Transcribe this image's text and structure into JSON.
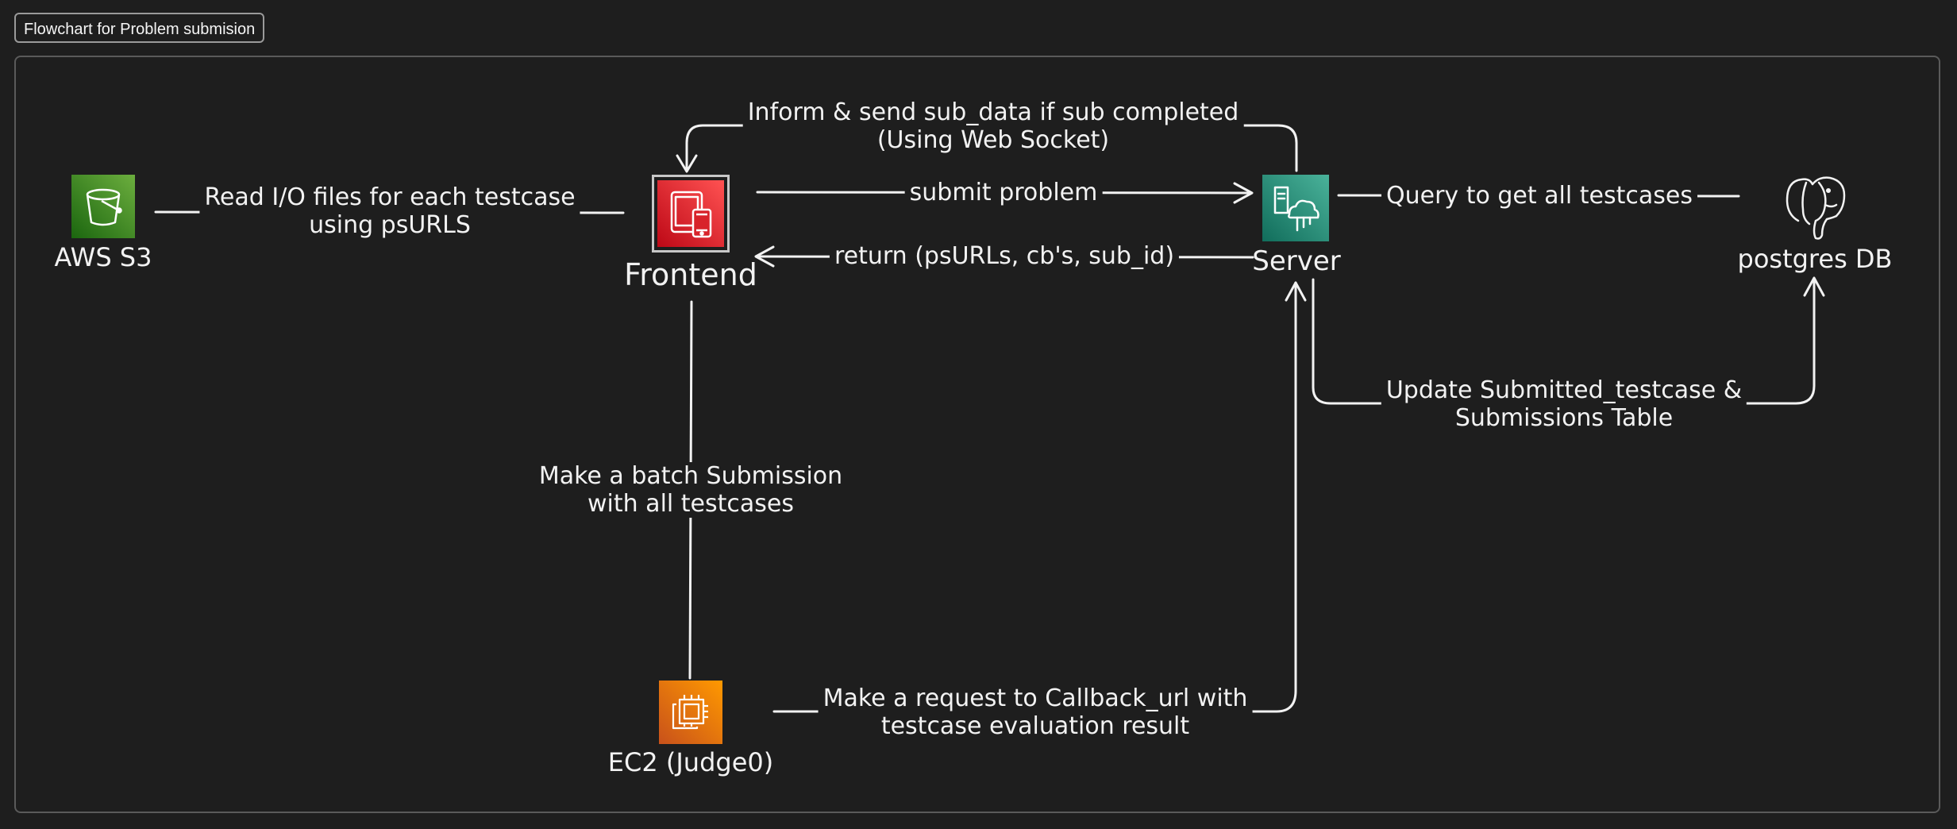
{
  "frame": {
    "title": "Flowchart for Problem submision"
  },
  "nodes": {
    "s3": {
      "label": "AWS S3",
      "icon": "aws-s3-bucket-icon",
      "color": "#3f8624"
    },
    "frontend": {
      "label": "Frontend",
      "icon": "aws-devices-icon",
      "color": "#d13212"
    },
    "server": {
      "label": "Server",
      "icon": "aws-server-icon",
      "color": "#1d8a6f"
    },
    "postgres": {
      "label": "postgres DB",
      "icon": "postgresql-elephant-icon"
    },
    "ec2": {
      "label": "EC2 (Judge0)",
      "icon": "aws-ec2-chip-icon",
      "color": "#e47911"
    }
  },
  "edges": {
    "s3_frontend": {
      "line1": "Read I/O files for each testcase",
      "line2": "using psURLS"
    },
    "frontend_server": {
      "line1": "submit problem"
    },
    "server_frontend_return": {
      "line1": "return (psURLs, cb's, sub_id)"
    },
    "server_frontend_ws": {
      "line1": "Inform & send sub_data if sub completed",
      "line2": "(Using Web Socket)"
    },
    "server_postgres_query": {
      "line1": "Query to get all testcases"
    },
    "server_postgres_update": {
      "line1": "Update Submitted_testcase &",
      "line2": "Submissions Table"
    },
    "frontend_ec2": {
      "line1": "Make a batch Submission",
      "line2": "with all testcases"
    },
    "ec2_server": {
      "line1": "Make a request to Callback_url with",
      "line2": "testcase evaluation result"
    }
  }
}
